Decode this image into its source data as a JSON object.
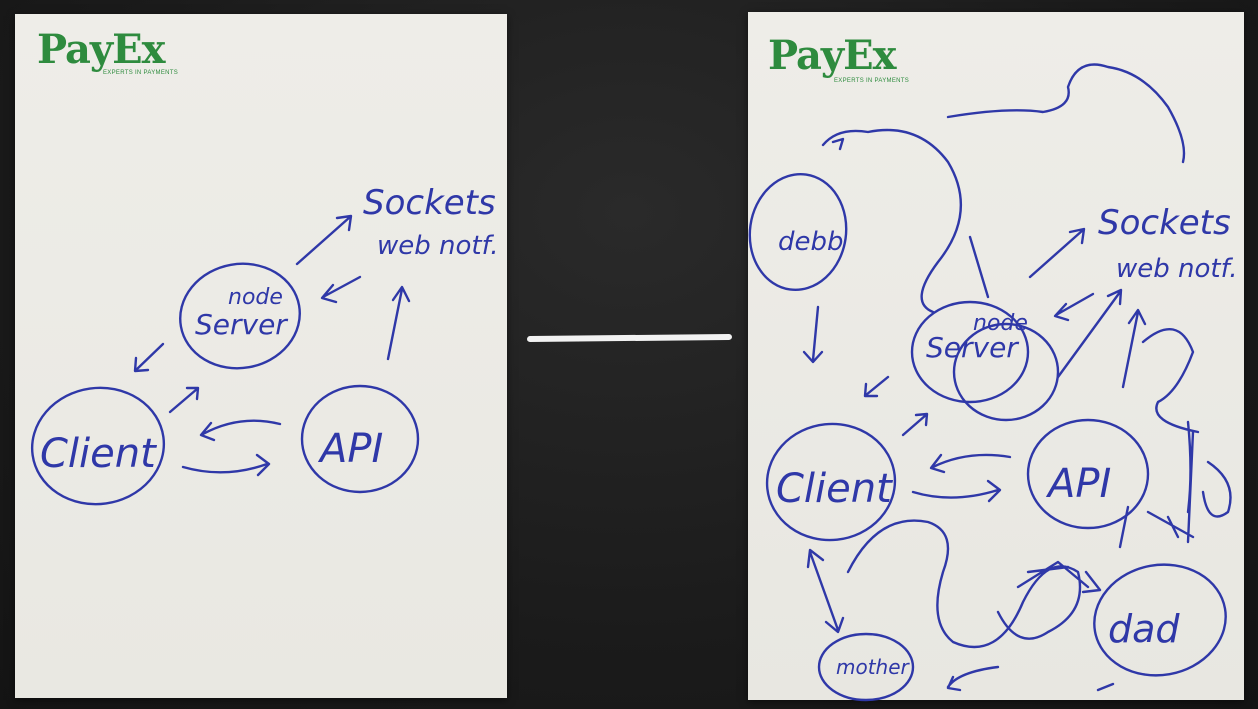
{
  "left_sheet": {
    "brand": "PayEx",
    "brand_tagline": "EXPERTS IN PAYMENTS",
    "nodes": {
      "node_server": [
        "node",
        "Server"
      ],
      "client": "Client",
      "api": "API",
      "sockets": [
        "Sockets",
        "web notf."
      ]
    }
  },
  "right_sheet": {
    "brand": "PayEx",
    "brand_tagline": "EXPERTS IN PAYMENTS",
    "nodes": {
      "scribble": "debb",
      "node_server": [
        "node",
        "Server"
      ],
      "client": "Client",
      "api": "API",
      "sockets": [
        "Sockets",
        "web notf."
      ],
      "mother": "mother",
      "dad": "dad"
    }
  },
  "colors": {
    "ink": "#2f38a8",
    "brand": "#2e8b3e",
    "paper": "#ecebe6",
    "background": "#1e1e1e"
  }
}
